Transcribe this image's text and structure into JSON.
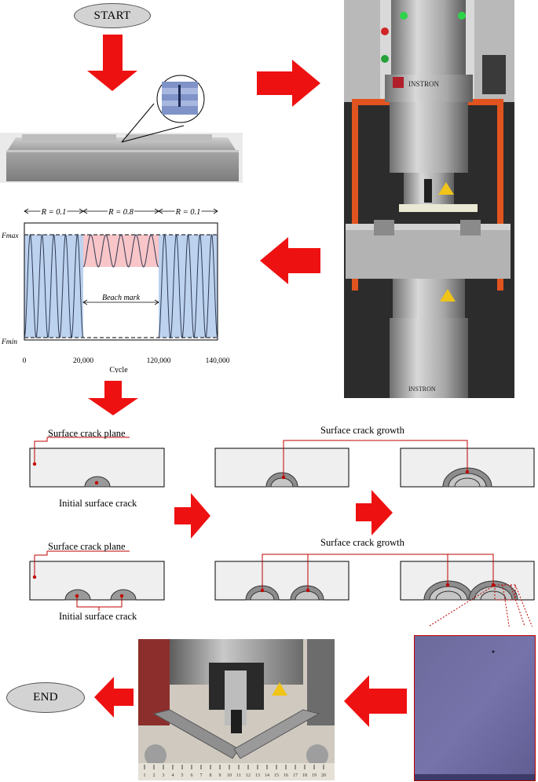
{
  "flow": {
    "start_label": "START",
    "end_label": "END"
  },
  "colors": {
    "arrow": "#ee1111",
    "crack_line": "#c00000",
    "panel_fill": "#efefef",
    "crack_outer": "#8d8d8d",
    "crack_inner": "#c6c6c6",
    "load_high": "#f8c5c8",
    "load_low": "#bcd2ee"
  },
  "chart_data": {
    "type": "line",
    "title": "",
    "xlabel": "Cycle",
    "ylabel": "",
    "y_ticks": [
      "Fmax",
      "Fmin"
    ],
    "x_ticks": [
      0,
      20000,
      120000,
      140000
    ],
    "x_tick_labels": [
      "0",
      "20,000",
      "120,000",
      "140,000"
    ],
    "segments": [
      {
        "label": "R = 0.1",
        "x_start": 0,
        "x_end": 20000,
        "cycles_drawn": 5
      },
      {
        "label": "R = 0.8",
        "x_start": 20000,
        "x_end": 120000,
        "cycles_drawn": 5
      },
      {
        "label": "R = 0.1",
        "x_start": 120000,
        "x_end": 140000,
        "cycles_drawn": 5
      }
    ],
    "annotation": "Beach mark"
  },
  "diagram": {
    "single_row": {
      "plane_label": "Surface crack plane",
      "initial_label": "Initial surface crack",
      "growth_label": "Surface crack growth"
    },
    "double_row": {
      "plane_label": "Surface crack plane",
      "initial_label": "Initial surface crack",
      "growth_label": "Surface crack growth"
    }
  },
  "photos": {
    "specimen": {
      "ruler": ""
    },
    "machine": {
      "brand": "INSTRON"
    },
    "bend_fixture": {
      "ruler_numbers": [
        "1",
        "2",
        "3",
        "4",
        "5",
        "6",
        "7",
        "8",
        "9",
        "10",
        "11",
        "12",
        "13",
        "14",
        "15",
        "16",
        "17",
        "18",
        "19",
        "20"
      ]
    },
    "fracture_surface": {}
  }
}
